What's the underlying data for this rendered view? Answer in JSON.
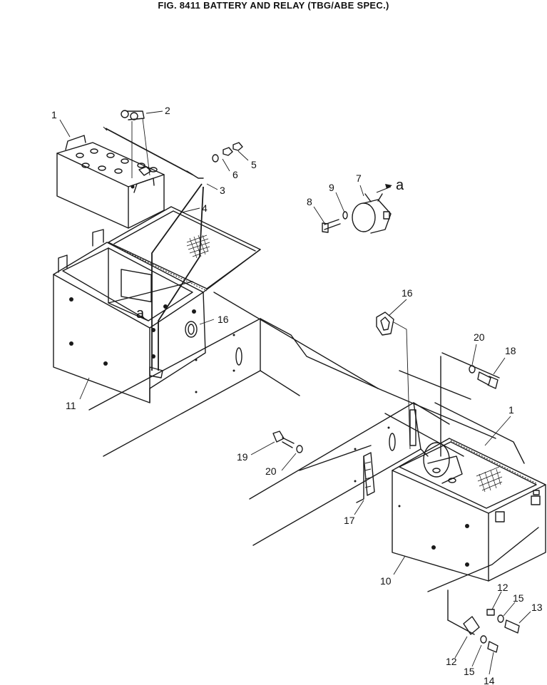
{
  "title": "FIG. 8411  BATTERY AND RELAY (TBG/ABE SPEC.)",
  "callouts": {
    "c1a": "1",
    "c2": "2",
    "c3": "3",
    "c4": "4",
    "c5": "5",
    "c6": "6",
    "c7": "7",
    "c8": "8",
    "c9": "9",
    "ca_top": "a",
    "ca_box": "a",
    "c16a": "16",
    "c11": "11",
    "c16b": "16",
    "c20a": "20",
    "c18": "18",
    "c1b": "1",
    "c19": "19",
    "c20b": "20",
    "c17": "17",
    "c10": "10",
    "c12a": "12",
    "c15a": "15",
    "c13": "13",
    "c12b": "12",
    "c15b": "15",
    "c14": "14"
  }
}
